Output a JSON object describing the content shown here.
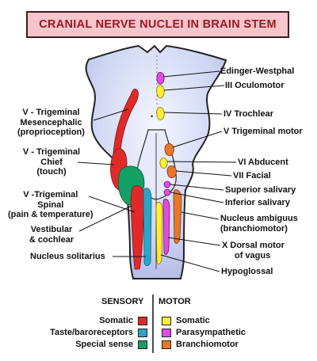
{
  "title": "CRANIAL NERVE NUCLEI IN BRAIN STEM",
  "labels": {
    "edinger_westphal": "Edinger-Westphal",
    "oculomotor": "III Oculomotor",
    "trochlear": "IV Trochlear",
    "trigeminal_motor": "V Trigeminal motor",
    "abducent": "VI Abducent",
    "facial": "VII Facial",
    "superior_salivary": "Superior salivary",
    "inferior_salivary": "Inferior salivary",
    "nucleus_ambiguus_1": "Nucleus ambiguus",
    "nucleus_ambiguus_2": "(branchiomotor)",
    "dorsal_vagus_1": "X Dorsal motor",
    "dorsal_vagus_2": "of vagus",
    "hypoglossal": "Hypoglossal",
    "mesencephalic_1": "V - Trigeminal",
    "mesencephalic_2": "Mesencephalic",
    "mesencephalic_3": "(proprioception)",
    "chief_1": "V - Trigeminal",
    "chief_2": "Chief",
    "chief_3": "(touch)",
    "spinal_1": "V -Trigeminal",
    "spinal_2": "Spinal",
    "spinal_3": "(pain & temperature)",
    "vestibular_1": "Vestibular",
    "vestibular_2": "& cochlear",
    "solitarius": "Nucleus solitarius"
  },
  "legend": {
    "sensory_header": "SENSORY",
    "motor_header": "MOTOR",
    "sensory": [
      {
        "label": "Somatic",
        "color": "#e02a2a"
      },
      {
        "label": "Taste/baroreceptors",
        "color": "#2aa6c8"
      },
      {
        "label": "Special sense",
        "color": "#13a064"
      }
    ],
    "motor": [
      {
        "label": "Somatic",
        "color": "#ffee33"
      },
      {
        "label": "Parasympathetic",
        "color": "#e04ce0"
      },
      {
        "label": "Branchiomotor",
        "color": "#e8772a"
      }
    ]
  },
  "colors": {
    "brainstem_fill": "#d6dcf5",
    "brainstem_stroke": "#222222",
    "title_bg": "#f7c6cc",
    "title_text": "#9b1820"
  }
}
